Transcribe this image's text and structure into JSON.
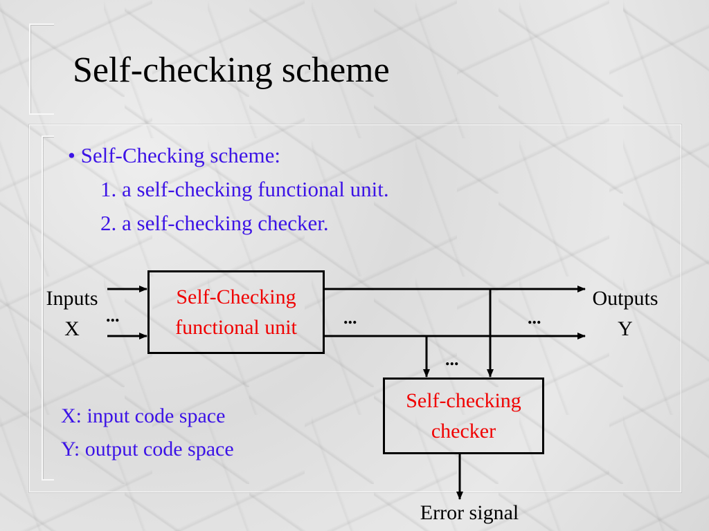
{
  "title": "Self-checking scheme",
  "bullet": {
    "marker": "•",
    "text": "Self-Checking scheme:",
    "items": [
      "1. a self-checking functional unit.",
      "2. a self-checking checker."
    ]
  },
  "diagram": {
    "inputs_label": "Inputs",
    "inputs_symbol": "X",
    "outputs_label": "Outputs",
    "outputs_symbol": "Y",
    "functional_unit": {
      "line1": "Self-Checking",
      "line2": "functional unit"
    },
    "checker": {
      "line1": "Self-checking",
      "line2": "checker"
    },
    "error_label": "Error signal",
    "ellipsis": "..."
  },
  "definitions": [
    "X: input code space",
    "Y: output code space"
  ],
  "colors": {
    "bullet_text": "#3c13e6",
    "block_text": "#f00000",
    "lines": "#000000"
  }
}
